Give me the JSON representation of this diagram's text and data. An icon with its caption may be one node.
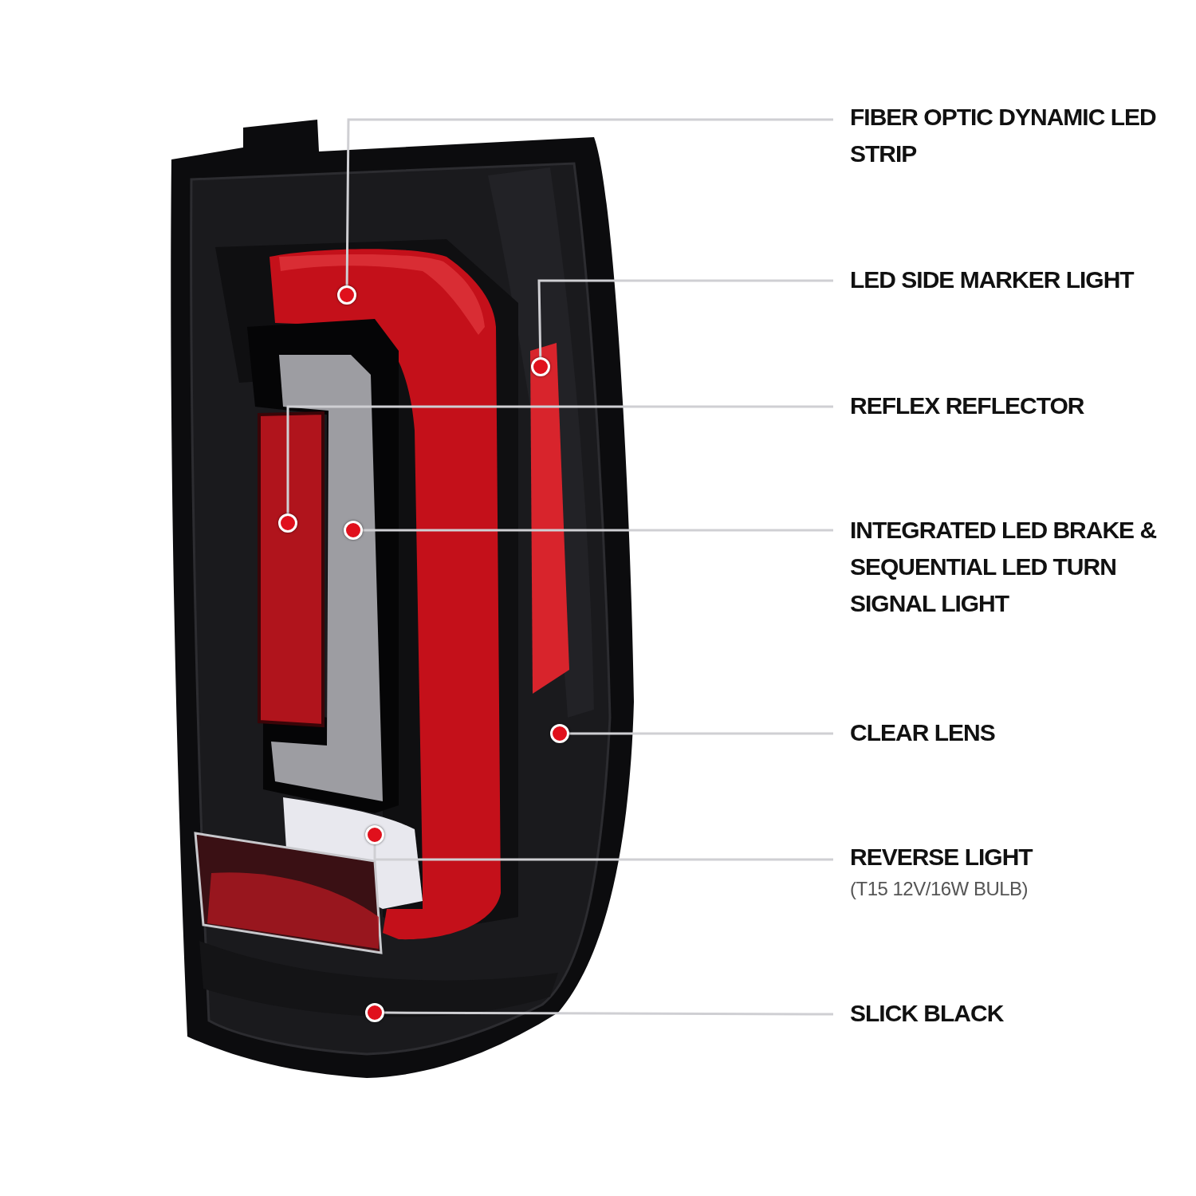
{
  "diagram": {
    "nodes": [
      {
        "text": [
          "FIBER OPTIC DYNAMIC LED STRIP"
        ]
      },
      {
        "text": [
          "LED SIDE MARKER LIGHT"
        ]
      },
      {
        "text": [
          "REFLEX REFLECTOR"
        ]
      },
      {
        "text": [
          "INTEGRATED LED BRAKE & SEQUENTIAL LED TURN SIGNAL LIGHT"
        ]
      },
      {
        "text": [
          "CLEAR LENS"
        ]
      },
      {
        "text": [
          "REVERSE LIGHT",
          "(T15 12V/16W BULB)"
        ]
      },
      {
        "text": [
          "SLICK BLACK"
        ]
      },
      {
        "text": [],
        "shape": "circle"
      },
      {
        "text": [],
        "shape": "circle"
      },
      {
        "text": [],
        "shape": "circle"
      },
      {
        "text": [],
        "shape": "circle"
      },
      {
        "text": [],
        "shape": "circle"
      },
      {
        "text": [],
        "shape": "circle"
      },
      {
        "text": [],
        "shape": "circle"
      }
    ],
    "edges": [
      {
        "from": 0,
        "to": 7,
        "arrow": "none"
      },
      {
        "from": 1,
        "to": 8,
        "arrow": "none"
      },
      {
        "from": 2,
        "to": 9,
        "arrow": "none"
      },
      {
        "from": 3,
        "to": 10,
        "arrow": "none"
      },
      {
        "from": 4,
        "to": 11,
        "arrow": "none"
      },
      {
        "from": 5,
        "to": 12,
        "arrow": "none"
      },
      {
        "from": 6,
        "to": 13,
        "arrow": "none"
      }
    ]
  }
}
